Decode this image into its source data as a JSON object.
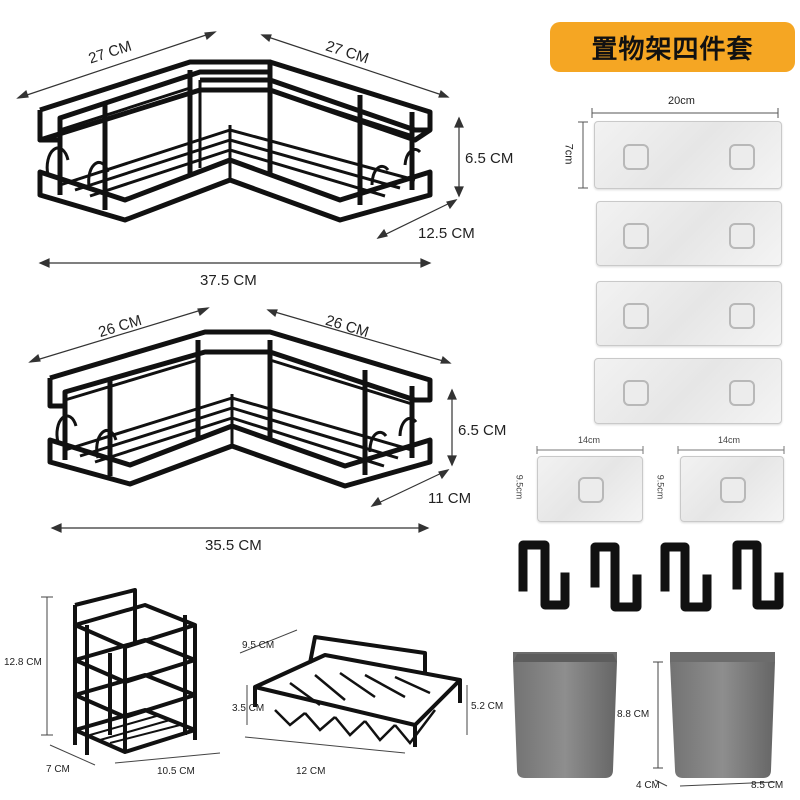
{
  "banner": {
    "title": "置物架四件套",
    "color": "#f5a623"
  },
  "rack_large": {
    "side_left": "27 CM",
    "side_right": "27 CM",
    "height": "6.5 CM",
    "depth": "12.5 CM",
    "width": "37.5 CM"
  },
  "rack_medium": {
    "side_left": "26 CM",
    "side_right": "26 CM",
    "height": "6.5 CM",
    "depth": "11 CM",
    "width": "35.5 CM"
  },
  "adhesive_large": {
    "width": "20cm",
    "height": "7cm",
    "count": 4
  },
  "adhesive_small": {
    "width_left": "14cm",
    "height_left": "9.5cm",
    "width_right": "14cm",
    "height_right": "9.5cm"
  },
  "holder_rack": {
    "height": "12.8 CM",
    "depth": "7 CM",
    "width": "10.5 CM"
  },
  "soap_dish": {
    "depth": "9.5 CM",
    "inner_height": "3.5 CM",
    "height": "5.2 CM",
    "width": "12 CM"
  },
  "cup": {
    "height": "8.8 CM",
    "depth": "4 CM",
    "width": "8.5 CM"
  },
  "hooks": {
    "count": 4
  }
}
